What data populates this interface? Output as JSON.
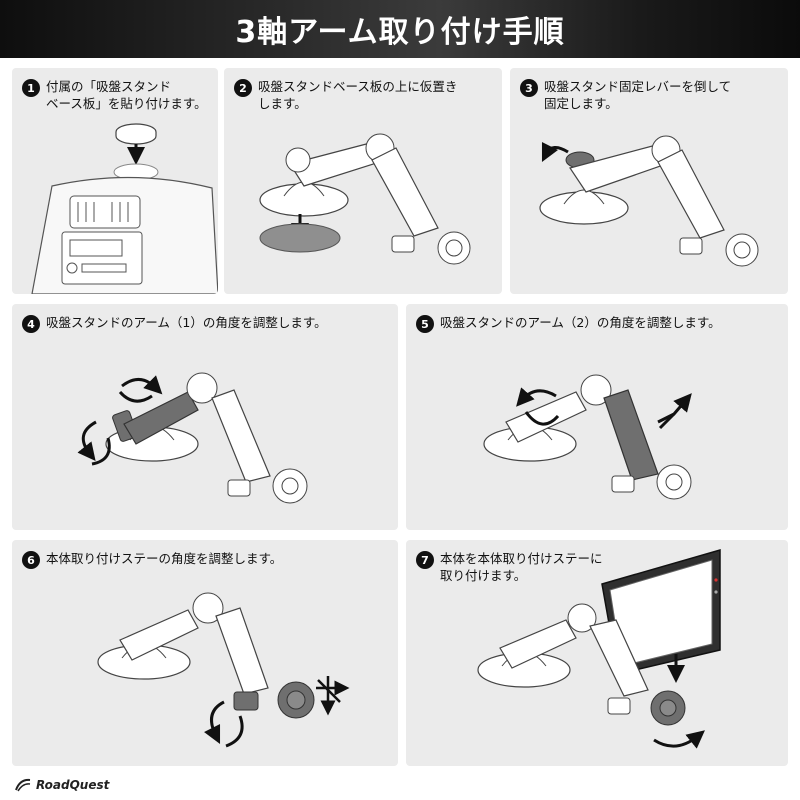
{
  "header": {
    "title": "3軸アーム取り付け手順"
  },
  "steps": [
    {
      "number": "1",
      "text": "付属の「吸盤スタンド\nベース板」を貼り付けます。"
    },
    {
      "number": "2",
      "text": "吸盤スタンドベース板の上に仮置き\nします。"
    },
    {
      "number": "3",
      "text": "吸盤スタンド固定レバーを倒して\n固定します。"
    },
    {
      "number": "4",
      "text": "吸盤スタンドのアーム（1）の角度を調整します。"
    },
    {
      "number": "5",
      "text": "吸盤スタンドのアーム（2）の角度を調整します。"
    },
    {
      "number": "6",
      "text": "本体取り付けステーの角度を調整します。"
    },
    {
      "number": "7",
      "text": "本体を本体取り付けステーに\n取り付けます。"
    }
  ],
  "footer": {
    "brand": "RoadQuest",
    "logo_icon": "roadquest-logo-icon"
  },
  "colors": {
    "panel": "#ebebeb",
    "header_dark": "#1a1a1a",
    "accent_gray": "#6f6f6f"
  }
}
